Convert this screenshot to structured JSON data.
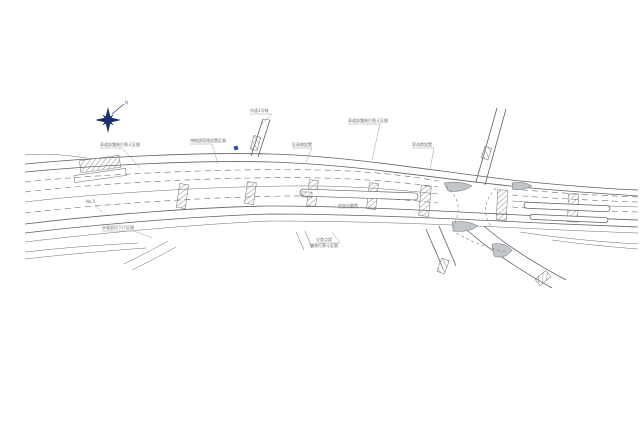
{
  "drawing": {
    "colors": {
      "line": "#5c6165",
      "label": "#6b6f73",
      "accent_blue": "#2b50b8",
      "compass_blue": "#1c2f6b",
      "hatch": "#8a9094",
      "island_gray": "#c2c6ca",
      "background": "#ffffff"
    },
    "compass": {
      "label": "N"
    },
    "labels": [
      {
        "text": "車道部舗装打替え区間"
      },
      {
        "text": "視線誘導標設置区間"
      },
      {
        "text": "市道1号線"
      },
      {
        "text": "区画線設置"
      },
      {
        "text": "車道部舗装打替え区間"
      },
      {
        "text": "導流帯設置"
      },
      {
        "text": "中央分離帯"
      },
      {
        "text": "歩道部切下げ区間"
      },
      {
        "text": "交差点部"
      },
      {
        "text": "舗装打替え区間"
      },
      {
        "text": "No.5"
      }
    ]
  }
}
